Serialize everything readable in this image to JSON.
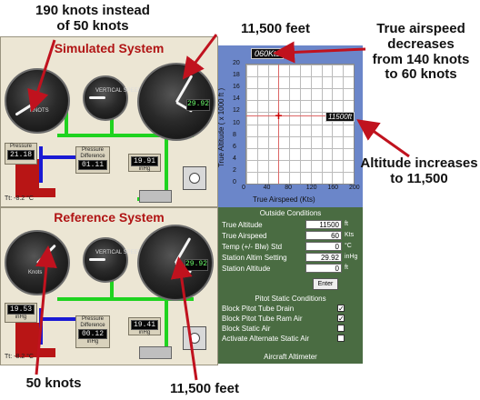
{
  "annotations": {
    "top_left": "190 knots instead\nof 50 knots",
    "top_center": "11,500 feet",
    "right_top": "True airspeed\ndecreases\nfrom 140 knots\nto 60 knots",
    "right_mid": "Altitude increases\nto 11,500",
    "bottom_left": "50 knots",
    "bottom_center": "11,500 feet"
  },
  "simulated": {
    "title": "Simulated System",
    "pressure_label": "Pressure",
    "pressure_value": "21.18",
    "pressure_unit": "inHg",
    "diff_label": "Pressure\nDifference",
    "diff_value": "01.11",
    "diff_unit": "inHg",
    "static_value": "19.91",
    "static_unit": "inHg",
    "kollsman": "29.92",
    "temp": "Tt: -8.2 °C",
    "asi_label": "KNOTS",
    "vsi_label": "VERTICAL\nSPEED"
  },
  "reference": {
    "title": "Reference System",
    "pressure_value": "19.53",
    "pressure_unit": "inHg",
    "diff_label": "Pressure\nDifference",
    "diff_value": "00.12",
    "diff_unit": "inHg",
    "static_value": "19.41",
    "static_unit": "inHg",
    "kollsman": "29.92",
    "temp": "Tt: -8.2 °C",
    "asi_label": "Knots",
    "vsi_label": "VERTICAL\nSPEED"
  },
  "graph": {
    "airspeed_readout": "060Kts",
    "altitude_readout": "11500ft",
    "ylabel": "True Altitude ( x 1000 ft )",
    "xlabel": "True Airspeed (Kts)",
    "y_ticks": [
      "20",
      "18",
      "16",
      "14",
      "12",
      "10",
      "8",
      "6",
      "4",
      "2",
      "0"
    ],
    "x_ticks": [
      "0",
      "40",
      "80",
      "120",
      "160",
      "200"
    ],
    "current_airspeed": 60,
    "current_altitude_k": 11.5
  },
  "outside_conditions": {
    "header": "Outside Conditions",
    "rows": [
      {
        "label": "True Altitude",
        "value": "11500",
        "unit": "ft"
      },
      {
        "label": "True Airspeed",
        "value": "60",
        "unit": "Kts"
      },
      {
        "label": "Temp (+/- Blw) Std",
        "value": "0",
        "unit": "°C"
      },
      {
        "label": "Station Altim Setting",
        "value": "29.92",
        "unit": "inHg"
      },
      {
        "label": "Station Altitude",
        "value": "0",
        "unit": "ft"
      }
    ],
    "enter_label": "Enter"
  },
  "pitot_static": {
    "header": "Pitot Static Conditions",
    "rows": [
      {
        "label": "Block Pitot Tube Drain",
        "checked": true
      },
      {
        "label": "Block Pitot Tube Ram Air",
        "checked": true
      },
      {
        "label": "Block Static Air",
        "checked": false
      },
      {
        "label": "Activate Alternate Static Air",
        "checked": false
      }
    ]
  },
  "footer": "Aircraft Altimeter",
  "colors": {
    "title_red": "#b01414",
    "pipe_green": "#1fd31f",
    "pipe_blue": "#1a1ad4",
    "pipe_red": "#b81515",
    "graph_bg": "#6b86c9",
    "panel_green": "#4a6c42",
    "arrow_red": "#c0121e"
  }
}
